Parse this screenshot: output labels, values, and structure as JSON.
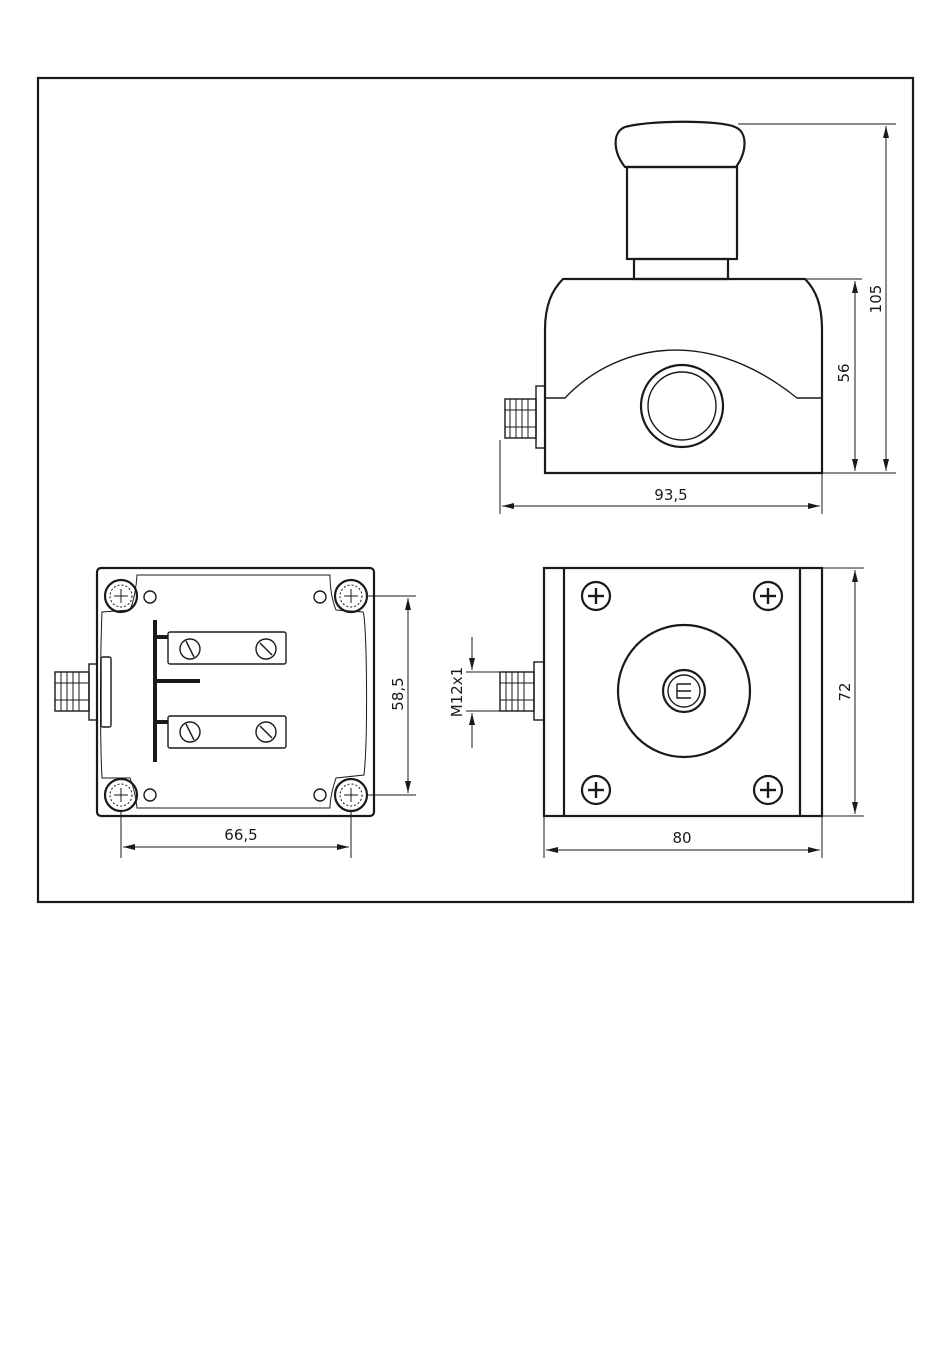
{
  "drawing": {
    "type": "dimensional drawing",
    "views": [
      "side view",
      "bottom view (open)",
      "top view"
    ],
    "dimensions": {
      "overall_height": "105",
      "housing_height": "56",
      "side_width": "93,5",
      "hole_spacing_horizontal": "66,5",
      "hole_spacing_vertical": "58,5",
      "connector_thread": "M12x1",
      "top_width": "80",
      "top_depth": "72"
    }
  }
}
